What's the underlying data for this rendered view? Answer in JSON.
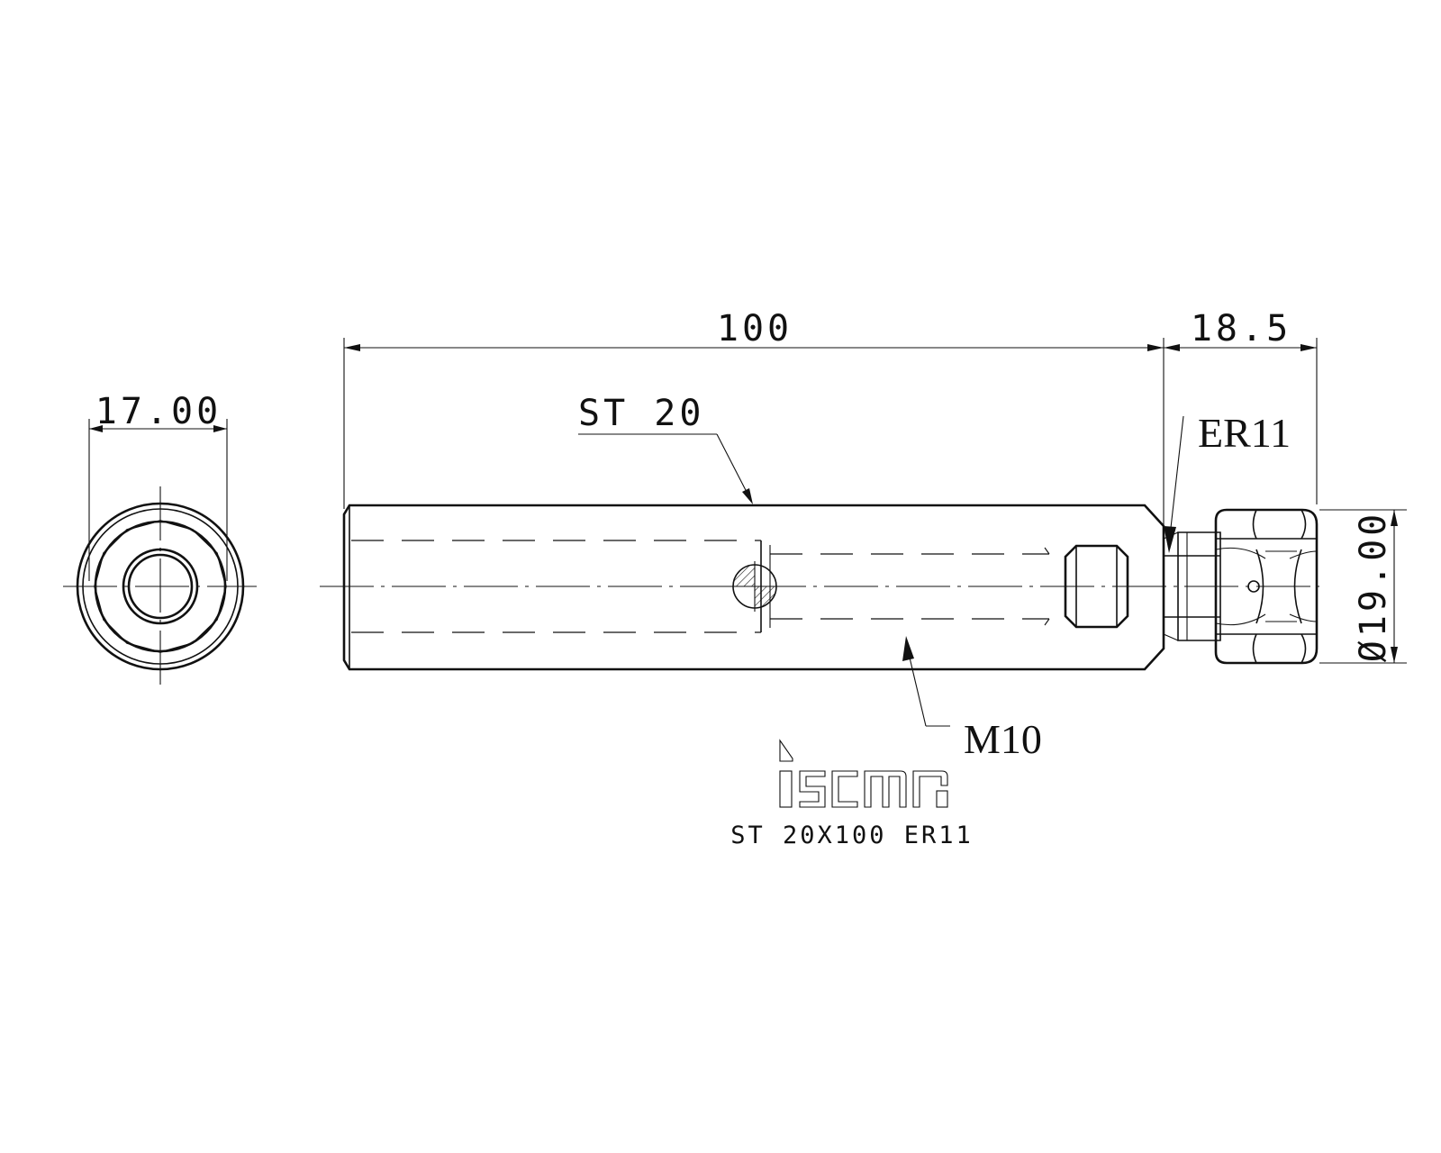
{
  "drawing": {
    "dimensions": {
      "end_width": "17.00",
      "body_length": "100",
      "nut_length": "18.5",
      "nut_diameter": "Ø19.00"
    },
    "callouts": {
      "shank": "ST 20",
      "collet": "ER11",
      "thread": "M10"
    },
    "logo": {
      "brand": "iscar"
    },
    "part_number": "ST 20X100 ER11",
    "colors": {
      "ink": "#111111",
      "paper": "#ffffff"
    }
  }
}
